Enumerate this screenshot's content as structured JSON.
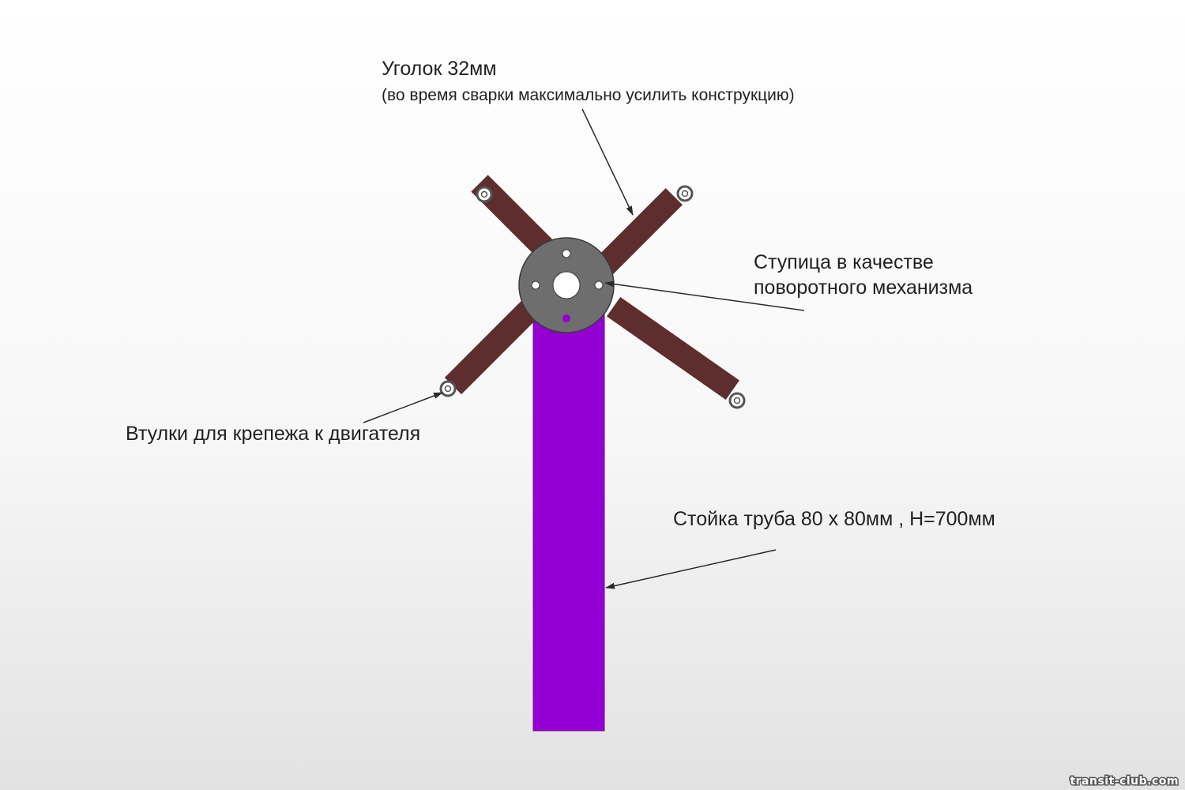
{
  "colors": {
    "background_top": "#ffffff",
    "background_bottom": "#e2e2e2",
    "post": "#9400d3",
    "post_outline": "#6a0f8e",
    "angle_bar": "#5e2e2e",
    "hub": "#6e6e6e",
    "hub_outline": "#3a3a3a",
    "bushing": "#555555",
    "arrow": "#2a2a2a",
    "text": "#222222"
  },
  "labels": {
    "angle_title": "Уголок 32мм",
    "angle_note": "(во время сварки максимально усилить конструкцию)",
    "hub_line1": "Ступица в качестве",
    "hub_line2": "поворотного механизма",
    "bushings": "Втулки для крепежа к двигателя",
    "post": "Стойка труба 80 х 80мм , H=700мм"
  },
  "watermark": "transit-club.com"
}
